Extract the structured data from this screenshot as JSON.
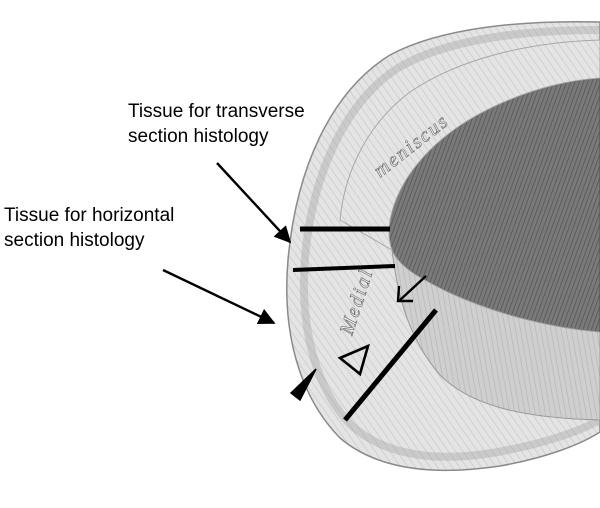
{
  "labels": {
    "transverse": {
      "line1": "Tissue for transverse",
      "line2": "section histology"
    },
    "horizontal": {
      "line1": "Tissue for horizontal",
      "line2": "section histology"
    }
  },
  "engraving": {
    "word_medial": "Medial",
    "word_meniscus": "meniscus"
  },
  "colors": {
    "ink": "#000000",
    "meniscus_light": "#e6e6e6",
    "meniscus_mid": "#bdbdbd",
    "plateau_dark": "#6e6e6e",
    "background": "#ffffff"
  }
}
